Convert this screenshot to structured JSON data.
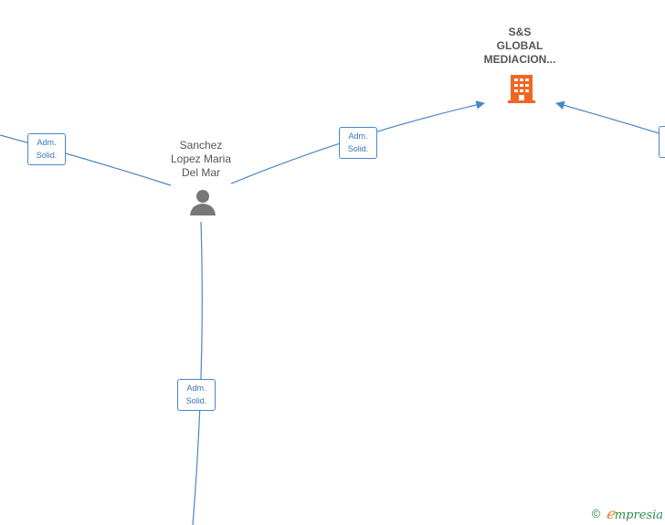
{
  "nodes": {
    "company": {
      "label": "S&S\nGLOBAL\nMEDIACION...",
      "icon": "building-icon",
      "color": "#f26522"
    },
    "person": {
      "label": "Sanchez\nLopez Maria\nDel Mar",
      "icon": "person-icon",
      "color": "#777777"
    }
  },
  "edges": {
    "left": {
      "line1": "Adm.",
      "line2": "Solid."
    },
    "to_company": {
      "line1": "Adm.",
      "line2": "Solid."
    },
    "down": {
      "line1": "Adm.",
      "line2": "Solid."
    }
  },
  "colors": {
    "edge": "#4a86c8",
    "text": "#555555"
  },
  "watermark": {
    "symbol": "©",
    "brand_initial": "ℯ",
    "brand_rest": "mpresia"
  }
}
